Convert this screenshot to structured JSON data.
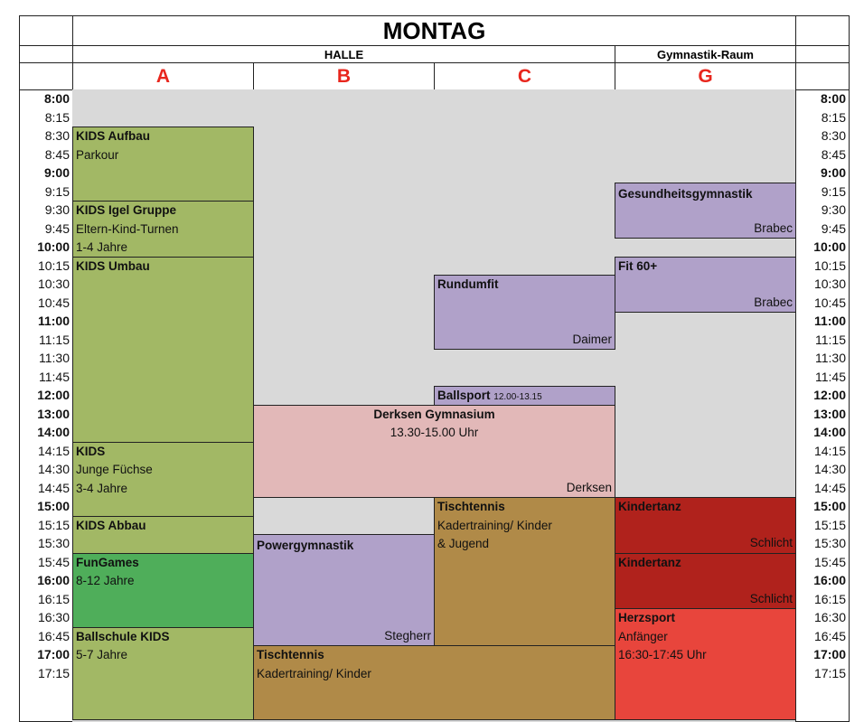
{
  "title": "MONTAG",
  "sections": {
    "halle": "HALLE",
    "gym": "Gymnastik-Raum"
  },
  "columns": [
    "A",
    "B",
    "C",
    "G"
  ],
  "colors": {
    "letters": "#e8261d",
    "background": "#d9d9d9"
  },
  "times": [
    [
      "8:00",
      1
    ],
    [
      "8:15",
      0
    ],
    [
      "8:30",
      0
    ],
    [
      "8:45",
      0
    ],
    [
      "9:00",
      1
    ],
    [
      "9:15",
      0
    ],
    [
      "9:30",
      0
    ],
    [
      "9:45",
      0
    ],
    [
      "10:00",
      1
    ],
    [
      "10:15",
      0
    ],
    [
      "10:30",
      0
    ],
    [
      "10:45",
      0
    ],
    [
      "11:00",
      1
    ],
    [
      "11:15",
      0
    ],
    [
      "11:30",
      0
    ],
    [
      "11:45",
      0
    ],
    [
      "12:00",
      1
    ],
    [
      "13:00",
      1
    ],
    [
      "14:00",
      1
    ],
    [
      "14:15",
      0
    ],
    [
      "14:30",
      0
    ],
    [
      "14:45",
      0
    ],
    [
      "15:00",
      1
    ],
    [
      "15:15",
      0
    ],
    [
      "15:30",
      0
    ],
    [
      "15:45",
      0
    ],
    [
      "16:00",
      1
    ],
    [
      "16:15",
      0
    ],
    [
      "16:30",
      0
    ],
    [
      "16:45",
      0
    ],
    [
      "17:00",
      1
    ],
    [
      "17:15",
      0
    ]
  ],
  "events": [
    {
      "col": 0,
      "span": 1,
      "start": "8:30",
      "end": "9:30",
      "color": "#a2b865",
      "title": "KIDS Aufbau",
      "lines": [
        "Parkour"
      ],
      "right": ""
    },
    {
      "col": 0,
      "span": 1,
      "start": "9:30",
      "end": "10:15",
      "color": "#a2b865",
      "title": "KIDS Igel Gruppe",
      "lines": [
        "Eltern-Kind-Turnen",
        "1-4 Jahre"
      ],
      "right": ""
    },
    {
      "col": 0,
      "span": 1,
      "start": "10:15",
      "end": "14:15",
      "color": "#a2b865",
      "title": "KIDS Umbau",
      "lines": [],
      "right": ""
    },
    {
      "col": 0,
      "span": 1,
      "start": "14:15",
      "end": "15:15",
      "color": "#a2b865",
      "title": "KIDS",
      "lines": [
        "Junge Füchse",
        "3-4 Jahre"
      ],
      "right": ""
    },
    {
      "col": 0,
      "span": 1,
      "start": "15:15",
      "end": "15:45",
      "color": "#a2b865",
      "title": "KIDS Abbau",
      "lines": [],
      "right": ""
    },
    {
      "col": 0,
      "span": 1,
      "start": "15:45",
      "end": "16:45",
      "color": "#4fae5a",
      "title": "FunGames",
      "lines": [
        "8-12 Jahre"
      ],
      "right": ""
    },
    {
      "col": 0,
      "span": 1,
      "start": "16:45",
      "end": "end",
      "color": "#a2b865",
      "title": "Ballschule KIDS",
      "lines": [
        "5-7 Jahre"
      ],
      "right": ""
    },
    {
      "col": 3,
      "span": 1,
      "start": "9:15",
      "end": "10:00",
      "color": "#b0a1c9",
      "title": "Gesundheitsgymnastik",
      "lines": [],
      "right": "Brabec",
      "pad": 1
    },
    {
      "col": 3,
      "span": 1,
      "start": "10:15",
      "end": "11:00",
      "color": "#b0a1c9",
      "title": "Fit 60+",
      "lines": [],
      "right": "Brabec"
    },
    {
      "col": 2,
      "span": 1,
      "start": "10:30",
      "end": "11:30",
      "color": "#b0a1c9",
      "title": "Rundumfit",
      "lines": [],
      "right": "Daimer"
    },
    {
      "col": 2,
      "span": 1,
      "start": "12:00",
      "end": "13:00",
      "color": "#b0a1c9",
      "title": "Ballsport",
      "small": "12.00-13.15",
      "lines": [],
      "right": ""
    },
    {
      "col": 1,
      "span": 2,
      "start": "13:00",
      "end": "15:00",
      "color": "#e2b8b8",
      "title": "Derksen Gymnasium",
      "lines": [
        "13.30-15.00 Uhr"
      ],
      "right": "Derksen",
      "center": 1
    },
    {
      "col": 2,
      "span": 1,
      "start": "15:00",
      "end": "17:00",
      "color": "#b08a48",
      "title": "Tischtennis",
      "lines": [
        "Kadertraining/ Kinder",
        "& Jugend"
      ],
      "right": ""
    },
    {
      "col": 1,
      "span": 1,
      "start": "15:30",
      "end": "17:00",
      "color": "#b0a1c9",
      "title": "Powergymnastik",
      "lines": [],
      "right": "Stegherr",
      "pad": 1
    },
    {
      "col": 1,
      "span": 2,
      "start": "17:00",
      "end": "end",
      "color": "#b08a48",
      "title": "Tischtennis",
      "lines": [
        "Kadertraining/ Kinder"
      ],
      "right": ""
    },
    {
      "col": 3,
      "span": 1,
      "start": "15:00",
      "end": "15:45",
      "color": "#b0221c",
      "title": "Kindertanz",
      "lines": [],
      "right": "Schlicht"
    },
    {
      "col": 3,
      "span": 1,
      "start": "15:45",
      "end": "16:30",
      "color": "#b0221c",
      "title": "Kindertanz",
      "lines": [],
      "right": "Schlicht"
    },
    {
      "col": 3,
      "span": 1,
      "start": "16:30",
      "end": "end",
      "color": "#e8453c",
      "title": "Herzsport",
      "lines": [
        "Anfänger",
        "16:30-17:45 Uhr"
      ],
      "right": ""
    }
  ]
}
